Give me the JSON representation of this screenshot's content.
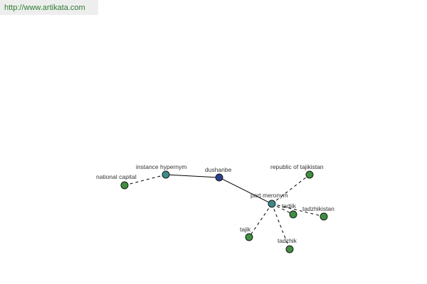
{
  "watermark": {
    "url": "http://www.artikata.com"
  },
  "colors": {
    "root": "#2b3f8c",
    "relation": "#3d8a8a",
    "leaf": "#3f8f3f",
    "url_text": "#2e7d32"
  },
  "graph": {
    "nodes": [
      {
        "id": "dushanbe",
        "label": "dushanbe",
        "role": "root"
      },
      {
        "id": "instance-hypernym",
        "label": "instance hypernym",
        "role": "relation"
      },
      {
        "id": "part-meronym",
        "label": "part meronym",
        "role": "relation"
      },
      {
        "id": "national-capital",
        "label": "national capital",
        "role": "leaf"
      },
      {
        "id": "republic-of-tajikistan",
        "label": "republic of tajikistan",
        "role": "leaf"
      },
      {
        "id": "tadjik",
        "label": "tadjik",
        "role": "leaf"
      },
      {
        "id": "tadzhikistan",
        "label": "tadzhikistan",
        "role": "leaf"
      },
      {
        "id": "tajik",
        "label": "tajik",
        "role": "leaf"
      },
      {
        "id": "tadzhik",
        "label": "tadzhik",
        "role": "leaf"
      }
    ],
    "edges": [
      {
        "from": "dushanbe",
        "to": "instance-hypernym",
        "style": "solid"
      },
      {
        "from": "dushanbe",
        "to": "part-meronym",
        "style": "solid"
      },
      {
        "from": "instance-hypernym",
        "to": "national-capital",
        "style": "dashed"
      },
      {
        "from": "part-meronym",
        "to": "republic-of-tajikistan",
        "style": "dashed"
      },
      {
        "from": "part-meronym",
        "to": "tadjik",
        "style": "dashed"
      },
      {
        "from": "part-meronym",
        "to": "tadzhikistan",
        "style": "dashed"
      },
      {
        "from": "part-meronym",
        "to": "tajik",
        "style": "dashed"
      },
      {
        "from": "part-meronym",
        "to": "tadzhik",
        "style": "dashed"
      }
    ]
  }
}
